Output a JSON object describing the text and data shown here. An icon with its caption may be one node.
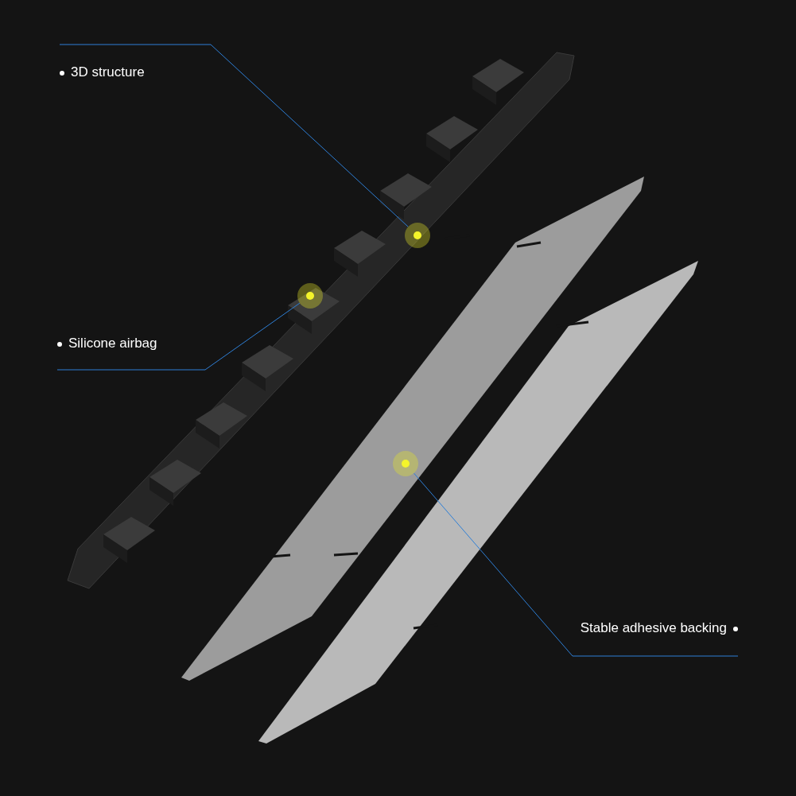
{
  "diagram": {
    "nodes": [
      {
        "text": [
          "3D structure"
        ]
      },
      {
        "text": [],
        "shape": "circle"
      },
      {
        "text": [
          "Silicone airbag"
        ]
      },
      {
        "text": [],
        "shape": "circle"
      },
      {
        "text": [
          "Stable adhesive backing"
        ]
      },
      {
        "text": [],
        "shape": "circle"
      }
    ],
    "edges": [
      {
        "from": 0,
        "to": 1,
        "arrow": "none"
      },
      {
        "from": 2,
        "to": 3,
        "arrow": "none"
      },
      {
        "from": 4,
        "to": 5,
        "arrow": "none"
      }
    ]
  }
}
